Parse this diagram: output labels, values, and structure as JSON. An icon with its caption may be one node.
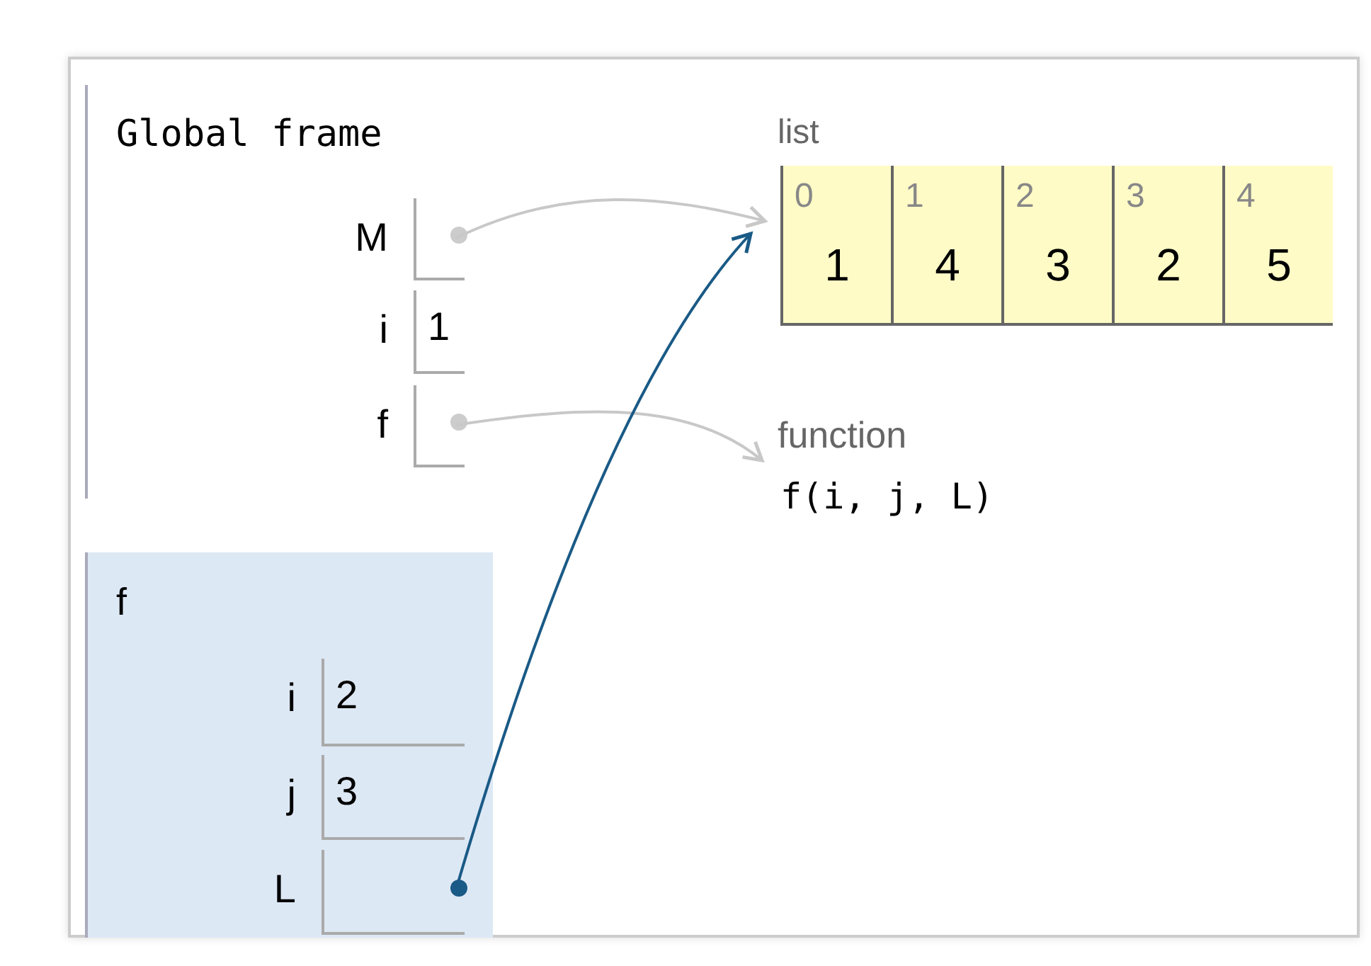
{
  "diagram": {
    "nodes": [
      {
        "text": [
          "Global frame"
        ]
      },
      {
        "text": [],
        "shape": "box",
        "beside": [
          "M"
        ],
        "in": 0
      },
      {
        "text": [
          "1"
        ],
        "beside": [
          "i"
        ],
        "in": 0
      },
      {
        "text": [],
        "shape": "box",
        "beside": [
          "f"
        ],
        "in": 0
      },
      {
        "text": [
          "list"
        ]
      },
      {
        "text": [
          "0",
          "1"
        ],
        "in": 4
      },
      {
        "text": [
          "1",
          "4"
        ],
        "in": 4
      },
      {
        "text": [
          "2",
          "3"
        ],
        "in": 4
      },
      {
        "text": [
          "3",
          "2"
        ],
        "in": 4
      },
      {
        "text": [
          "4",
          "5"
        ],
        "in": 4
      },
      {
        "text": [
          "function",
          "f(i, j, L)"
        ]
      },
      {
        "text": [
          "f"
        ]
      },
      {
        "text": [
          "2"
        ],
        "beside": [
          "i"
        ],
        "in": 11
      },
      {
        "text": [
          "3"
        ],
        "beside": [
          "j"
        ],
        "in": 11
      },
      {
        "text": [],
        "shape": "box",
        "beside": [
          "L"
        ],
        "in": 11
      }
    ],
    "edges": [
      {
        "from": 1,
        "to": 4,
        "arrow": "to"
      },
      {
        "from": 3,
        "to": 10,
        "arrow": "to"
      },
      {
        "from": 14,
        "to": 4,
        "arrow": "to",
        "color": "#1a5a86"
      }
    ]
  }
}
